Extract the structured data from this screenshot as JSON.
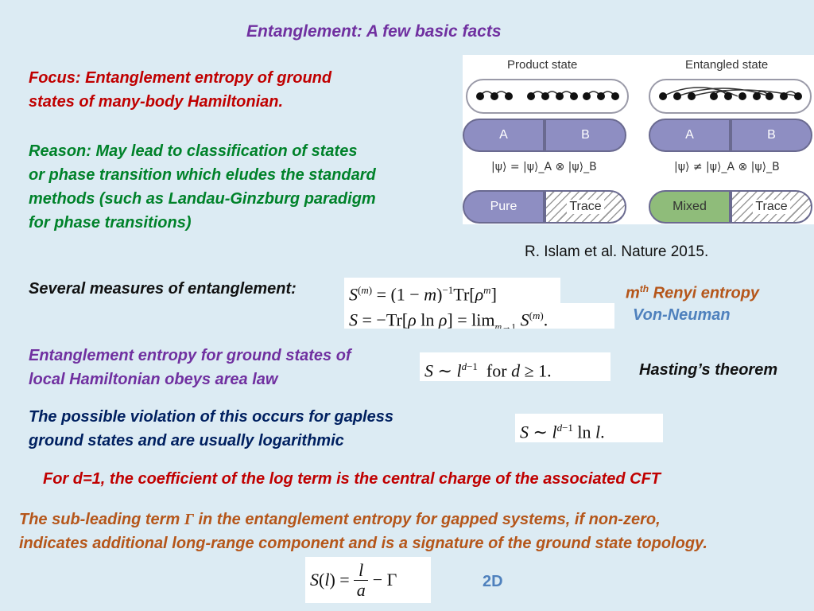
{
  "title": "Entanglement: A few basic facts",
  "focus": [
    "Focus: Entanglement entropy of ground",
    "states of many-body Hamiltonian."
  ],
  "reason": [
    "Reason: May lead to classification of states",
    "or phase transition which eludes the standard",
    "methods (such as Landau-Ginzburg paradigm",
    "for phase transitions)"
  ],
  "figure": {
    "product_label": "Product state",
    "entangled_label": "Entangled state",
    "a": "A",
    "b": "B",
    "product_eq": "|ψ⟩ = |ψ⟩_A ⊗ |ψ⟩_B",
    "entangled_eq": "|ψ⟩ ≠ |ψ⟩_A ⊗ |ψ⟩_B",
    "pure": "Pure",
    "mixed": "Mixed",
    "trace": "Trace"
  },
  "citation": "R. Islam et al.  Nature 2015.",
  "measures_label": "Several measures of entanglement:",
  "renyi_sup": "th",
  "renyi_m": "m",
  "renyi_text": " Renyi entropy",
  "von_neuman": "Von-Neuman",
  "area_law": [
    "Entanglement entropy for ground states of",
    "local Hamiltonian obeys area law"
  ],
  "hasting": "Hasting’s theorem",
  "violation": [
    "The possible violation of this occurs for gapless",
    "ground states and are usually logarithmic"
  ],
  "cft": "For d=1, the coefficient of the log term is the  central charge of the associated CFT",
  "subleading_1a": "The sub-leading term ",
  "subleading_gamma": "Γ",
  "subleading_1b": " in the entanglement entropy for gapped systems, if non-zero,",
  "subleading_2": "indicates additional long-range component and is a signature of the ground state topology.",
  "two_d": "2D",
  "colors": {
    "background": "#dcebf3",
    "title": "#7030a0",
    "focus": "#c00000",
    "reason": "#00822a",
    "navy": "#002060",
    "brown": "#b5561a",
    "von": "#4f81bd",
    "renyi": "#b5561a",
    "pill": "#8e8ec2",
    "mixed": "#8fbc7a"
  }
}
